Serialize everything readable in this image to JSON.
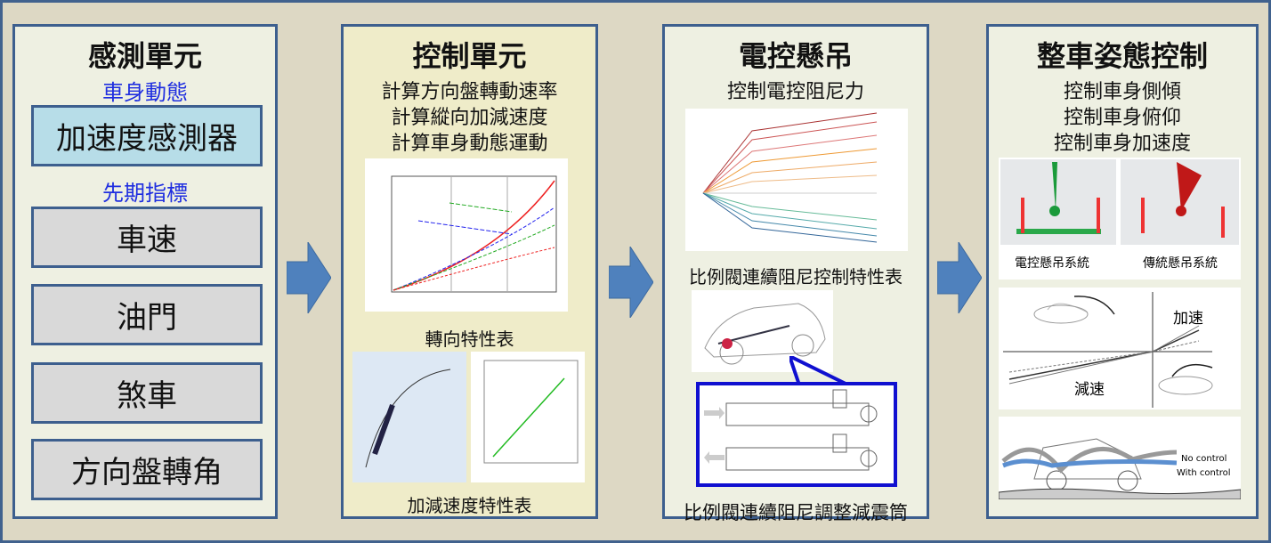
{
  "sensing": {
    "title": "感測單元",
    "body_dynamics": "車身動態",
    "accel_sensor": "加速度感測器",
    "leading": "先期指標",
    "items": [
      "車速",
      "油門",
      "煞車",
      "方向盤轉角"
    ]
  },
  "control": {
    "title": "控制單元",
    "lines": [
      "計算方向盤轉動速率",
      "計算縱向加減速度",
      "計算車身動態運動"
    ],
    "steer_caption": "轉向特性表",
    "accel_caption": "加減速度特性表"
  },
  "suspension": {
    "title": "電控懸吊",
    "line": "控制電控阻尼力",
    "chart_caption": "比例閥連續阻尼控制特性表",
    "damper_caption": "比例閥連續阻尼調整減震筒"
  },
  "attitude": {
    "title": "整車姿態控制",
    "lines": [
      "控制車身側傾",
      "控制車身俯仰",
      "控制車身加速度"
    ],
    "img1_labels": [
      "電控懸吊系統",
      "傳統懸吊系統"
    ],
    "img2_labels": [
      "加速",
      "減速"
    ],
    "img3_labels": [
      "No control",
      "With control"
    ]
  },
  "colors": {
    "arrow": "#4f81bd",
    "border": "#3d5f8e",
    "accent_text": "#1f2ee0"
  }
}
